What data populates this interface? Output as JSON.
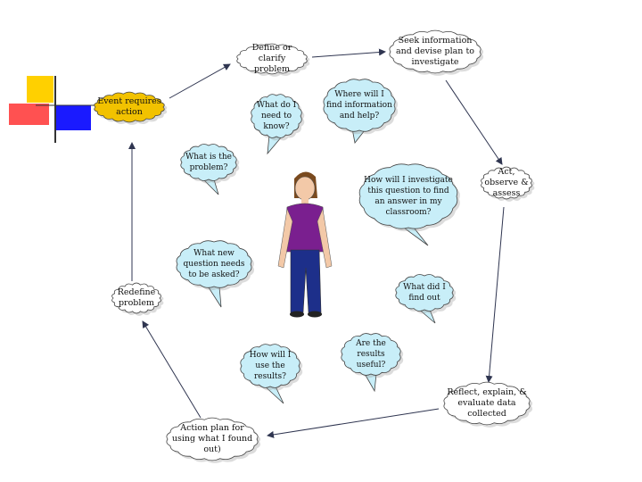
{
  "cycle_nodes": {
    "event": "Event requires action",
    "define": "Define or clarify problem",
    "seek": "Seek information and devise plan to investigate",
    "act": "Act, observe & assess",
    "reflect": "Reflect, explain, & evaluate data collected",
    "action_plan": "Action plan for using what I found out)",
    "redefine": "Redefine problem"
  },
  "questions": {
    "need_to_know": "What do I need to know?",
    "where_info": "Where will I find information and help?",
    "what_problem": "What is the problem?",
    "how_investigate": "How will I investigate this question to find an answer in my classroom?",
    "new_question": "What new question needs to be asked?",
    "find_out": "What did I find out",
    "results_useful": "Are the results useful?",
    "use_results": "How will I use the results?"
  },
  "colors": {
    "bubble_fill": "#c8eef8",
    "cloud_fill": "#ffffff",
    "event_fill": "#f2c200",
    "outline": "#444444",
    "arrow": "#2f3550",
    "deco_yellow": "#ffd000",
    "deco_red": "#ff3333",
    "deco_blue": "#1a1aff",
    "shirt": "#7a1f8f",
    "pants": "#1d2f8a",
    "hair": "#7a4a1e"
  }
}
